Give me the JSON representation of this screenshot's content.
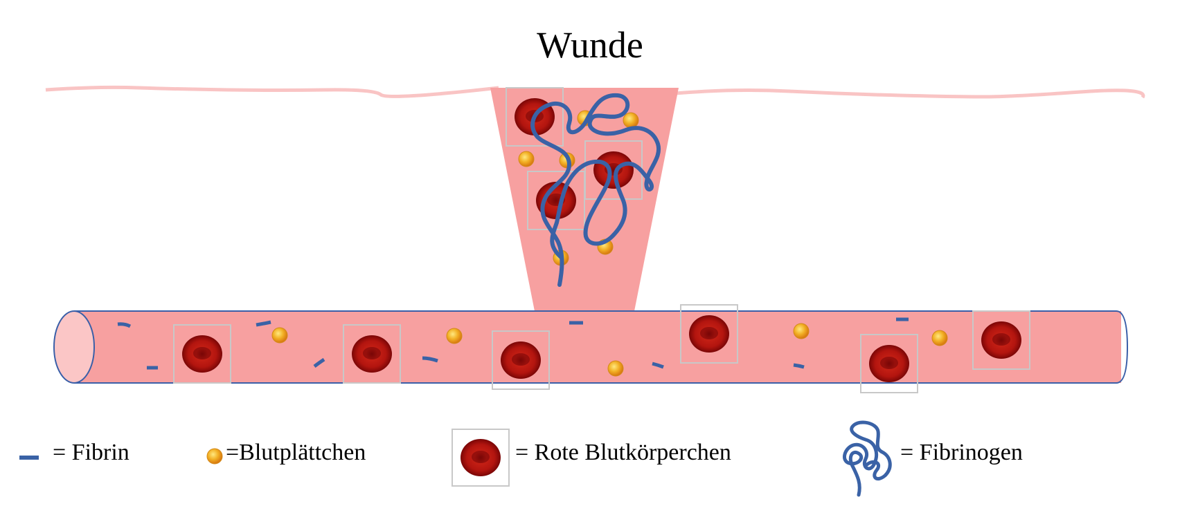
{
  "title": "Wunde",
  "legend": {
    "fibrin": "= Fibrin",
    "platelets": "=Blutplättchen",
    "red_cells": "= Rote Blutkörperchen",
    "fibrinogen": "= Fibrinogen"
  },
  "colors": {
    "vessel_fill": "#f7a0a0",
    "vessel_end": "#fbc6c6",
    "vessel_outline": "#3a5fa8",
    "skin_line": "#f9c4c4",
    "fibrin": "#3a62a6",
    "rbc": "#a8100f",
    "platelet": "#f0a820",
    "cell_frame": "#c8c8c8"
  },
  "icons": [
    "fibrin-strand-icon",
    "platelet-icon",
    "red-blood-cell-icon",
    "fibrinogen-coil-icon"
  ]
}
